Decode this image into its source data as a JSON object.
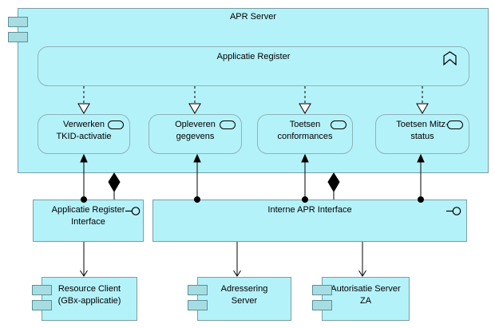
{
  "diagram_type": "archimate-application-structure",
  "colors": {
    "element_fill": "#b4f2f9",
    "element_border": "#7c9da3",
    "component_tab_fill": "#a6dde2",
    "component_tab_border": "#5f8f96",
    "connector_line": "#000000",
    "background": "#ffffff"
  },
  "apr_server": {
    "label": "APR Server",
    "icon": "component-icon"
  },
  "applicatie_register": {
    "label": "Applicatie Register",
    "icon": "application-function-icon"
  },
  "functions": [
    {
      "lines": [
        "Verwerken",
        "TKID-activatie"
      ],
      "icon": "application-service-icon"
    },
    {
      "lines": [
        "Opleveren",
        "gegevens"
      ],
      "icon": "application-service-icon"
    },
    {
      "lines": [
        "Toetsen",
        "conformances"
      ],
      "icon": "application-service-icon"
    },
    {
      "lines": [
        "Toetsen Mitz-",
        "status"
      ],
      "icon": "application-service-icon"
    }
  ],
  "interfaces": [
    {
      "lines": [
        "Applicatie Register",
        "Interface"
      ],
      "icon": "interface-lollipop-icon"
    },
    {
      "lines": [
        "Interne APR Interface",
        ""
      ],
      "icon": "interface-lollipop-icon"
    }
  ],
  "components": [
    {
      "lines": [
        "Resource Client",
        "(GBx-applicatie)"
      ],
      "icon": "component-icon"
    },
    {
      "lines": [
        "Adressering",
        "Server"
      ],
      "icon": "component-icon"
    },
    {
      "lines": [
        "Autorisatie Server",
        "ZA"
      ],
      "icon": "component-icon"
    }
  ],
  "relationships": {
    "realization": "dashed line, hollow triangle",
    "assignment": "ball to solid arrowhead",
    "composition": "filled diamond",
    "serving": "open arrowhead"
  }
}
